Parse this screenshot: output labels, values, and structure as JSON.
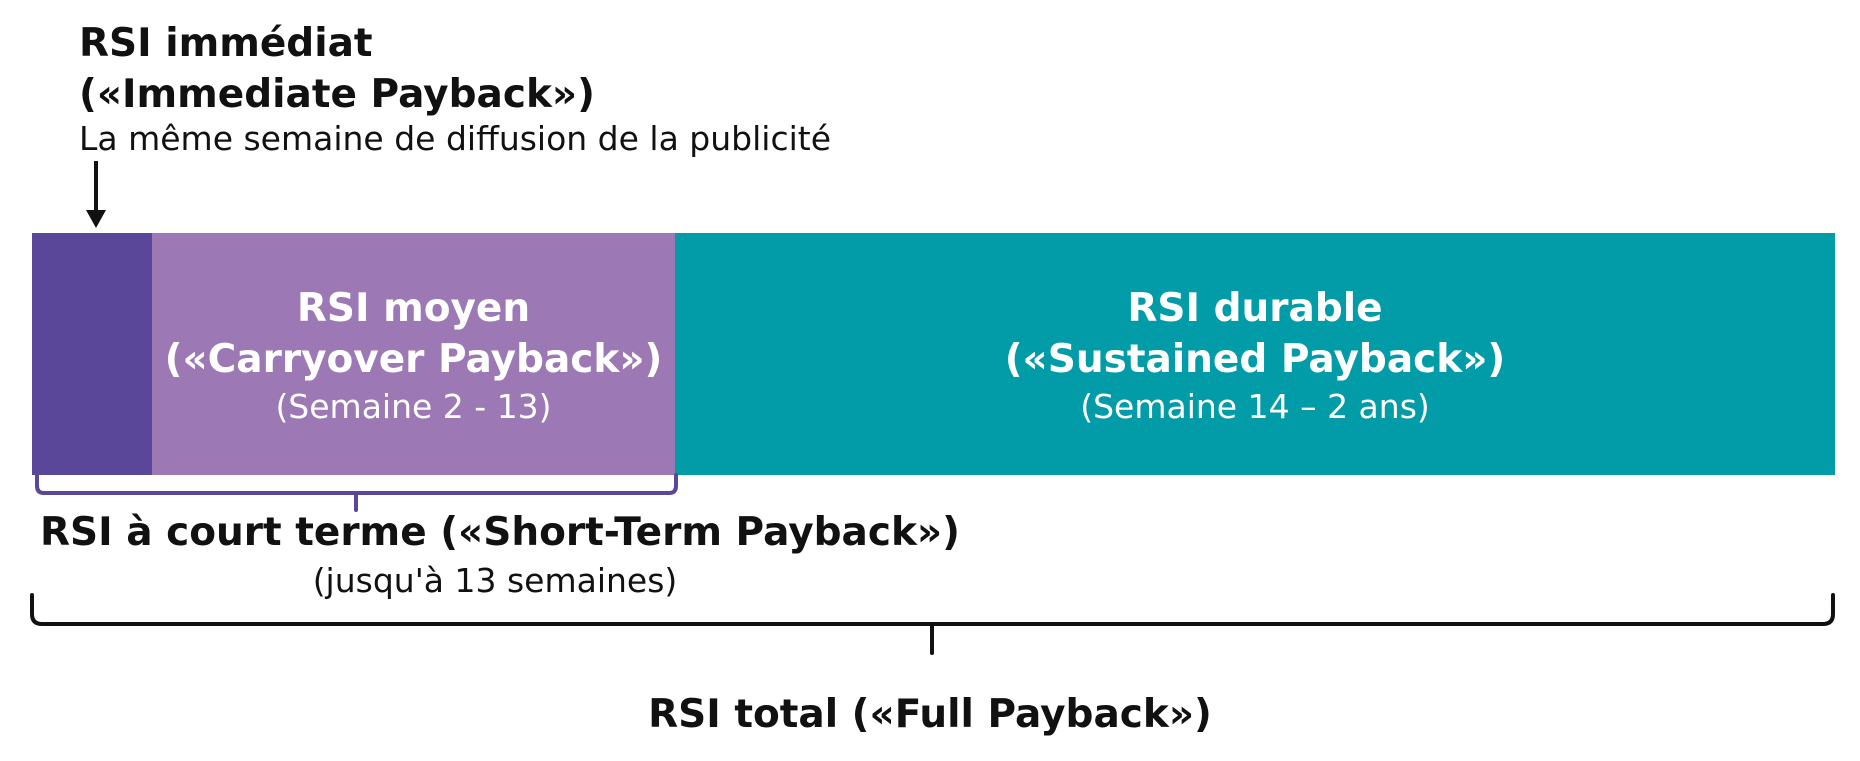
{
  "immediate": {
    "title_line1": "RSI immédiat",
    "title_line2": "(«Immediate Payback»)",
    "subtitle": "La même semaine de diffusion de la publicité",
    "color": "#5a4799"
  },
  "carryover": {
    "title_line1": "RSI moyen",
    "title_line2": "(«Carryover Payback»)",
    "subtitle": "(Semaine 2 - 13)",
    "color": "#9c78b4"
  },
  "sustained": {
    "title_line1": "RSI durable",
    "title_line2": "(«Sustained Payback»)",
    "subtitle": "(Semaine 14 – 2 ans)",
    "color": "#029ca8"
  },
  "short_term": {
    "title": "RSI à court terme («Short-Term Payback»)",
    "subtitle": "(jusqu'à 13 semaines)",
    "bracket_color": "#5a4799"
  },
  "full": {
    "title": "RSI total («Full Payback»)",
    "bracket_color": "#111111"
  }
}
